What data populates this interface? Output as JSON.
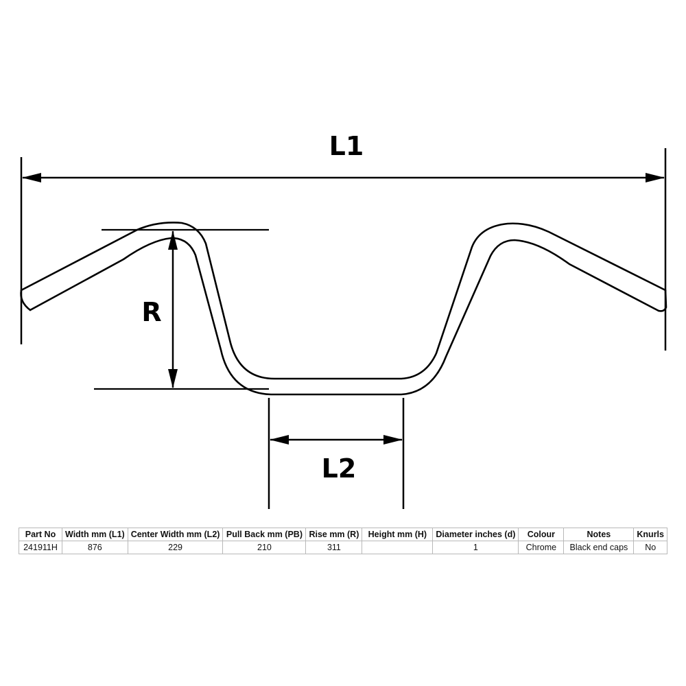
{
  "drawing": {
    "title": "Handlebar dimension drawing",
    "labels": {
      "width": "L1",
      "center_width": "L2",
      "rise": "R"
    },
    "stroke_color": "#000000",
    "background_color": "#ffffff"
  },
  "spec_table": {
    "headers": {
      "part_no": "Part No",
      "width": "Width mm (L1)",
      "center_width": "Center Width mm (L2)",
      "pull_back": "Pull Back mm (PB)",
      "rise": "Rise mm (R)",
      "height": "Height mm (H)",
      "diameter": "Diameter inches (d)",
      "colour": "Colour",
      "notes": "Notes",
      "knurls": "Knurls"
    },
    "rows": [
      {
        "part_no": "241911H",
        "width": "876",
        "center_width": "229",
        "pull_back": "210",
        "rise": "311",
        "height": "",
        "diameter": "1",
        "colour": "Chrome",
        "notes": "Black end caps",
        "knurls": "No"
      }
    ],
    "border_color": "#b8b8b8"
  }
}
